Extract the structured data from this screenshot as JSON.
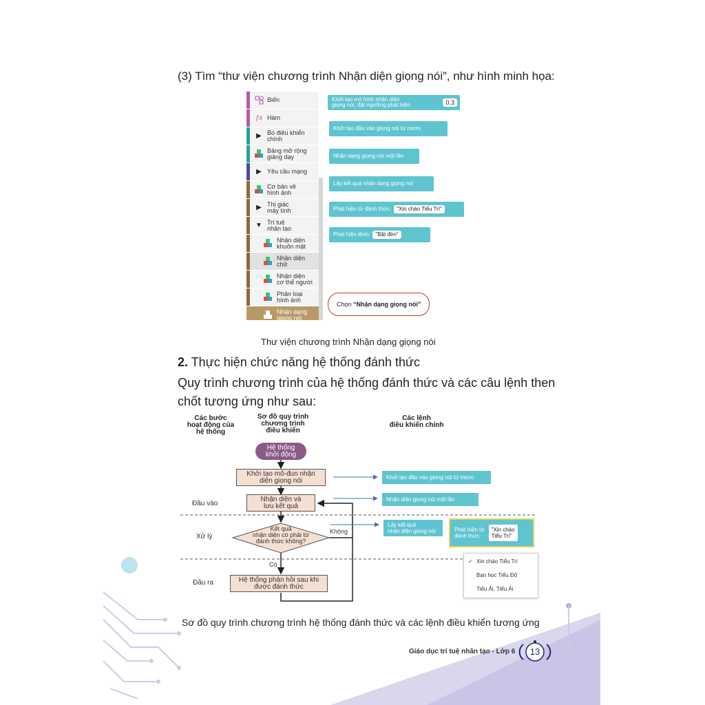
{
  "step_intro": "(3) Tìm “thư viện chương trình Nhận diện giọng nói”, như hình minh họa:",
  "library": {
    "categories": [
      {
        "label": "Biến",
        "icon": "variable-icon",
        "color": "#b35aa8"
      },
      {
        "label": "Hàm",
        "icon": "function-icon",
        "color": "#b35aa8"
      },
      {
        "label": "Bo điều khiển\nchính",
        "icon": "triangle-icon",
        "color": "#2aa198"
      },
      {
        "label": "Bảng mở rộng\ngiảng dạy",
        "icon": "cubes-icon",
        "color": "#2aa198"
      },
      {
        "label": "Yêu cầu mạng",
        "icon": "triangle-icon",
        "color": "#4a4aa0"
      },
      {
        "label": "Cơ bản về\nhình ảnh",
        "icon": "cubes-icon",
        "color": "#8b6b3e"
      },
      {
        "label": "Thị giác\nmáy tính",
        "icon": "triangle-icon",
        "color": "#8b6b3e"
      },
      {
        "label": "Trí tuệ\nnhân tạo",
        "icon": "triangle-down-icon",
        "color": "#8b6b3e"
      },
      {
        "label": "Nhận diện\nkhuôn mặt",
        "icon": "cubes-icon",
        "color": "#8b6b3e"
      },
      {
        "label": "Nhận diện\nchữ",
        "icon": "cubes-icon",
        "color": "#8b6b3e"
      },
      {
        "label": "Nhận diện\ncơ thể người",
        "icon": "cubes-icon",
        "color": "#8b6b3e"
      },
      {
        "label": "Phân loại\nhình ảnh",
        "icon": "cubes-icon",
        "color": "#8b6b3e"
      },
      {
        "label": "Nhận dạng\ngiọng nói",
        "icon": "cubes-icon",
        "color": "#b89a66"
      }
    ],
    "blocks": {
      "init_model": "Khởi tạo mô hình nhận diện\ngiọng nói, đặt ngưỡng phát hiện",
      "init_model_value": "0.3",
      "init_mic": "Khởi tạo đầu vào giọng nói từ micro",
      "recognize_once": "Nhận dạng giọng nói một lần",
      "get_result": "Lấy kết quả nhận dạng giọng nói",
      "detect_wake": "Phát hiện từ đánh thức:",
      "detect_wake_value": "\"Xin chào Tiểu Trí\"",
      "detect_cmd": "Phát hiện lệnh:",
      "detect_cmd_value": "\"Bật đèn\""
    },
    "callout_prefix": "Chọn ",
    "callout_bold": "“Nhận dạng giọng nói”"
  },
  "figure1_caption": "Thư viện chương trình Nhận dạng giọng nói",
  "section": {
    "number": "2.",
    "title": " Thực hiện chức năng hệ thống đánh thức"
  },
  "paragraph_line1": "Quy trình chương trình của hệ thống đánh thức và các câu lệnh then",
  "paragraph_line2": "chốt tương ứng như sau:",
  "flowchart": {
    "col1_header": "Các bước\nhoạt động của\nhệ thống",
    "col2_header": "Sơ đồ quy trình\nchương trình\nđiều khiển",
    "col3_header": "Các lệnh\nđiều khiển chính",
    "start": "Hệ thống\nkhởi động",
    "step_init": "Khởi tạo mô-đun nhận\ndiện giọng nói",
    "step_record": "Nhận diện và\nlưu kết quả",
    "decision": "Kết quả\nnhận diện có phải từ\nđánh thức không?",
    "no_label": "Không",
    "yes_label": "Có",
    "step_output": "Hệ thống phản hồi sau khi\nđược đánh thức",
    "stage_input": "Đầu vào",
    "stage_process": "Xử lý",
    "stage_output": "Đầu ra",
    "cmd_init_mic": "Khởi tạo đầu vào giọng nói từ micro",
    "cmd_recognize": "Nhận diện giọng nói một lần",
    "cmd_get_result": "Lấy kết quả\nnhận diện giọng nói",
    "cmd_detect": "Phát hiện từ\nđánh thức:",
    "cmd_detect_value": "\"Xin chào\nTiểu Trí\"",
    "dropdown_options": [
      "Xin chào Tiểu Trí",
      "Bạn học Tiểu Độ",
      "Tiểu Ái, Tiểu Ái"
    ],
    "dropdown_check": "✓"
  },
  "figure2_caption": "Sơ đồ quy trình chương trình hệ thống đánh thức và các lệnh điều khiển tương ứng",
  "footer": {
    "book_title": "Giáo dục trí tuệ nhân tạo - Lớp 6",
    "page_number": "13"
  },
  "colors": {
    "block_cyan": "#5ec4cf",
    "box_fill": "#f5dfd3",
    "start_fill": "#8c5a86",
    "decor_purple": "#d6d2ec",
    "decor_cyan": "#bfe3ee"
  }
}
